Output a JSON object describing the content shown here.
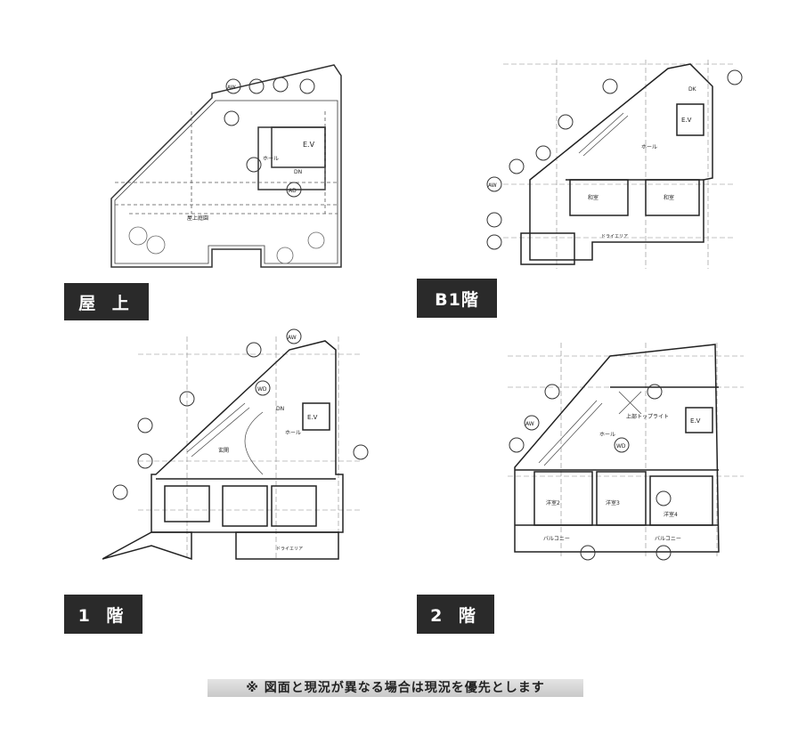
{
  "plans": {
    "roof": {
      "label": "屋 上",
      "hall": "ホール",
      "ev": "E.V",
      "dn": "DN",
      "area": "屋上庭園",
      "marker": "AW",
      "marker2": "AD"
    },
    "b1": {
      "label": "B1階",
      "hall": "ホール",
      "ev": "E.V",
      "dk": "DK",
      "room1": "和室",
      "room2": "和室",
      "dry": "ドライエリア",
      "marker": "AW"
    },
    "f1": {
      "label": "1 階",
      "hall": "ホール",
      "ev": "E.V",
      "dn": "DN",
      "entrance": "玄関",
      "dry": "ドライエリア",
      "marker": "AW",
      "marker2": "WD"
    },
    "f2": {
      "label": "2 階",
      "hall": "ホール",
      "ev": "E.V",
      "toplight": "上部トップライト",
      "room2": "洋室2",
      "room3": "洋室3",
      "room4": "洋室4",
      "balcony": "バルコニー",
      "marker": "AW",
      "marker2": "WD"
    }
  },
  "note": "※ 図面と現況が異なる場合は現況を優先とします"
}
